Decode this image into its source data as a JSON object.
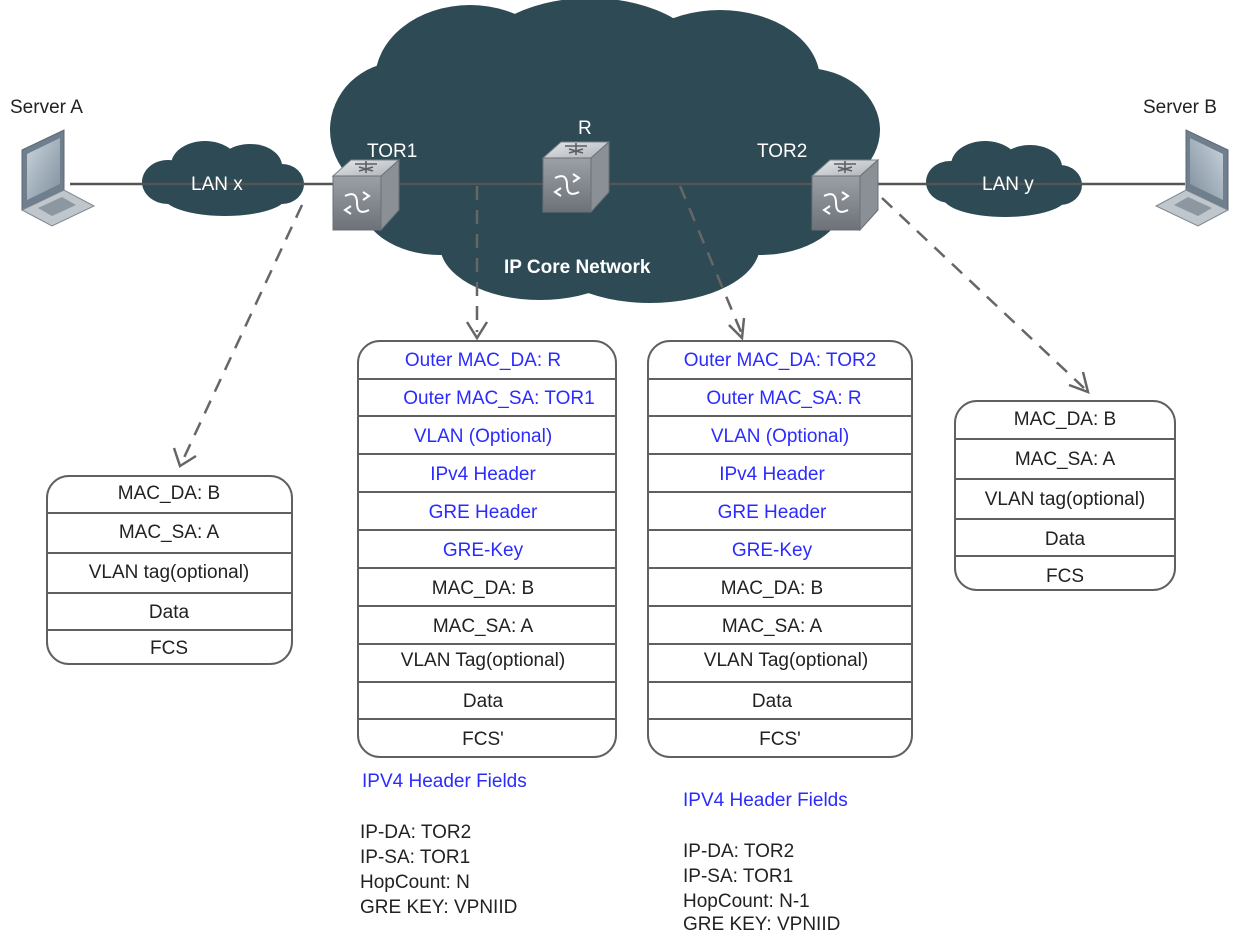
{
  "servers": {
    "a": "Server A",
    "b": "Server B"
  },
  "lans": {
    "x": "LAN x",
    "y": "LAN y"
  },
  "core": {
    "label": "IP Core Network"
  },
  "devices": {
    "tor1": "TOR1",
    "r": "R",
    "tor2": "TOR2"
  },
  "frame_left": {
    "rows": [
      "MAC_DA: B",
      "MAC_SA: A",
      "VLAN tag(optional)",
      "Data",
      "FCS"
    ]
  },
  "frame_mid1": {
    "outer_rows": [
      "Outer MAC_DA: R",
      "Outer MAC_SA: TOR1",
      "VLAN (Optional)",
      "IPv4 Header",
      "GRE Header",
      "GRE-Key"
    ],
    "inner_rows": [
      "MAC_DA: B",
      "MAC_SA: A",
      "VLAN Tag(optional)",
      "Data",
      "FCS'"
    ]
  },
  "frame_mid2": {
    "outer_rows": [
      "Outer MAC_DA: TOR2",
      "Outer MAC_SA: R",
      "VLAN (Optional)",
      "IPv4 Header",
      "GRE Header",
      "GRE-Key"
    ],
    "inner_rows": [
      "MAC_DA: B",
      "MAC_SA: A",
      "VLAN Tag(optional)",
      "Data",
      "FCS'"
    ]
  },
  "frame_right": {
    "rows": [
      "MAC_DA: B",
      "MAC_SA: A",
      "VLAN tag(optional)",
      "Data",
      "FCS"
    ]
  },
  "fields1": {
    "title": "IPV4 Header Fields",
    "lines": [
      "IP-DA: TOR2",
      "IP-SA: TOR1",
      "HopCount: N",
      "GRE KEY: VPNIID"
    ]
  },
  "fields2": {
    "title": "IPV4 Header Fields",
    "lines": [
      "IP-DA: TOR2",
      "IP-SA: TOR1",
      "HopCount: N-1",
      "GRE KEY: VPNIID"
    ]
  },
  "colors": {
    "cloud": "#2d4a55",
    "outer_header_text": "#2b2bff",
    "plain_text": "#222222",
    "switch_body": "#9aa0a6"
  }
}
